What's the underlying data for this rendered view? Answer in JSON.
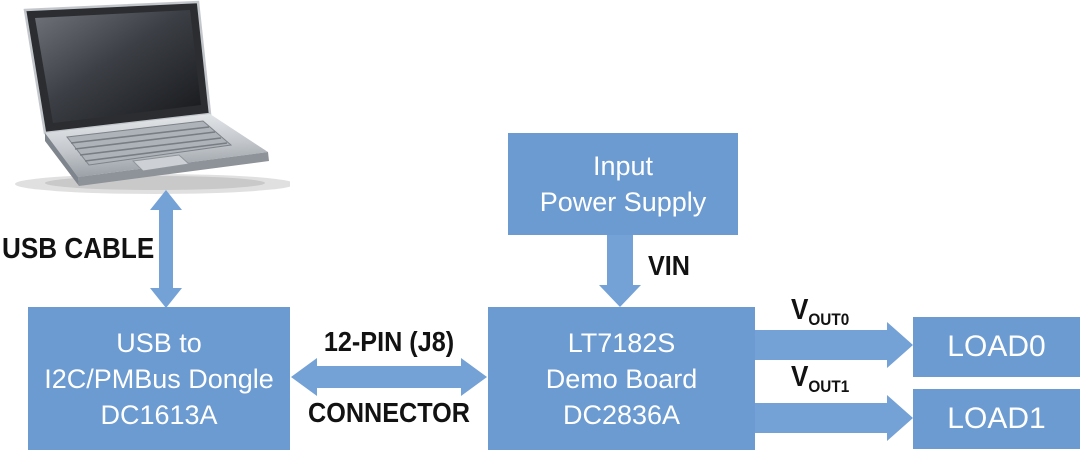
{
  "diagram": {
    "usb_cable_label": "USB CABLE",
    "dongle_box": {
      "line1": "USB to",
      "line2": "I2C/PMBus Dongle",
      "line3": "DC1613A"
    },
    "connector_label": {
      "line1": "12-PIN (J8)",
      "line2": "CONNECTOR"
    },
    "power_supply_box": {
      "line1": "Input",
      "line2": "Power Supply"
    },
    "vin_label": "VIN",
    "demo_board_box": {
      "line1": "LT7182S",
      "line2": "Demo Board",
      "line3": "DC2836A"
    },
    "vout0_label": {
      "base": "V",
      "sub": "OUT0"
    },
    "vout1_label": {
      "base": "V",
      "sub": "OUT1"
    },
    "load0_box": "LOAD0",
    "load1_box": "LOAD1",
    "icons": {
      "laptop": "laptop-image",
      "usb_cable_arrow": "double-arrow-vertical",
      "connector_arrow": "double-arrow-horizontal",
      "vin_arrow": "arrow-down",
      "vout0_arrow": "arrow-right",
      "vout1_arrow": "arrow-right"
    },
    "colors": {
      "box_blue": "#6C9BD2",
      "arrow_blue": "#74A1D6",
      "label_text": "#121212",
      "box_text": "#FFFFFF",
      "background": "#FFFFFF"
    }
  }
}
